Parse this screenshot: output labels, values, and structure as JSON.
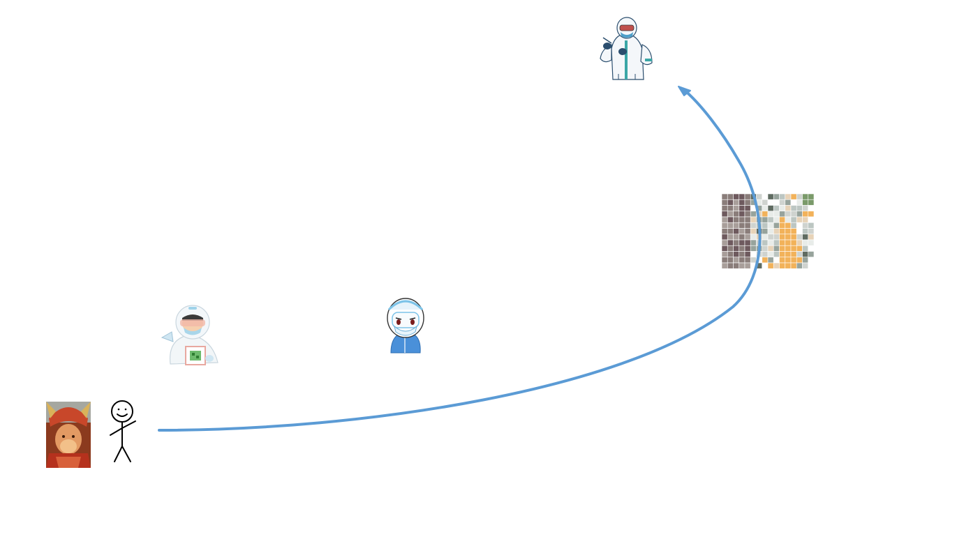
{
  "slide": {
    "background": "#ffffff",
    "arrow_color": "#5b9bd5",
    "text": []
  },
  "figures": [
    {
      "id": "monkey-king-photo",
      "icon": "monkey-king-portrait-icon"
    },
    {
      "id": "stick-figure",
      "icon": "stick-figure-icon"
    },
    {
      "id": "health-worker-qr",
      "icon": "hazmat-worker-qr-code-icon"
    },
    {
      "id": "health-worker-face",
      "icon": "hazmat-worker-face-icon"
    },
    {
      "id": "pixelated-photo",
      "icon": "pixelated-testing-photo-icon"
    },
    {
      "id": "swab-worker",
      "icon": "hazmat-swab-worker-icon"
    }
  ],
  "connector": {
    "icon": "curved-arrow-icon",
    "from": "stick-figure",
    "to": "swab-worker"
  }
}
